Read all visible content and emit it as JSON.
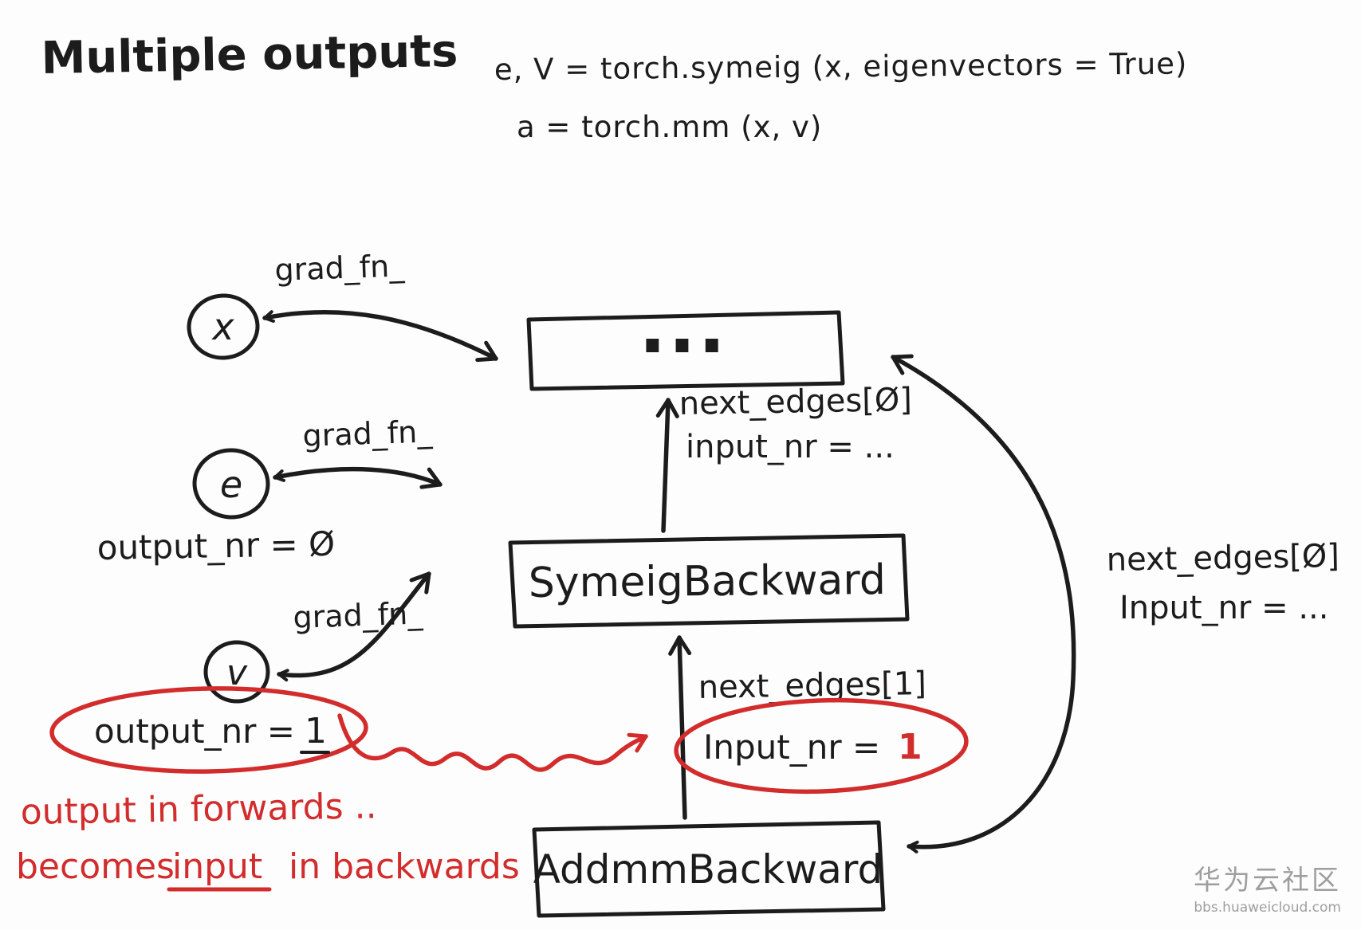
{
  "title": "Multiple outputs",
  "code": {
    "line1": "e, V = torch.symeig (x, eigenvectors = True)",
    "line2": "a = torch.mm (x, v)"
  },
  "nodes": {
    "x": "x",
    "e": "e",
    "v": "v"
  },
  "boxes": {
    "top_dots": "...",
    "symeig": "SymeigBackward",
    "addmm": "AddmmBackward"
  },
  "edge_labels": {
    "grad_fn_x": "grad_fn_",
    "grad_fn_e": "grad_fn_",
    "grad_fn_v": "grad_fn_",
    "output_nr_e": "output_nr = Ø",
    "output_nr_v_label": "output_nr = ",
    "output_nr_v_value": "1",
    "next_edges_top": "next_edges[Ø]",
    "input_nr_top": "input_nr = ...",
    "next_edges_mid": "next_edges[1]",
    "input_nr_mid_label": "Input_nr = ",
    "input_nr_mid_value": "1",
    "next_edges_right": "next_edges[Ø]",
    "input_nr_right": "Input_nr = ..."
  },
  "annotation": {
    "line1": "output in forwards ..",
    "line2_part1": "becomes",
    "line2_part2": "input",
    "line2_part3": "in backwards"
  },
  "watermark": {
    "name": "华为云社区",
    "url": "bbs.huaweicloud.com"
  },
  "colors": {
    "ink": "#1c1c1c",
    "red": "#d22c2c",
    "watermark_gray": "#9e9e9e"
  }
}
